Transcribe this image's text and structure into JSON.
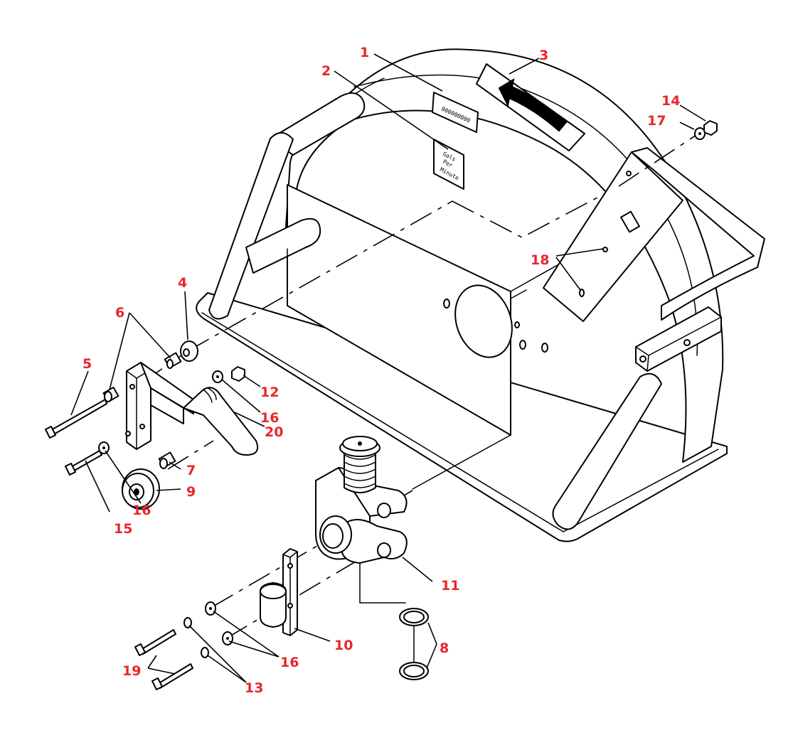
{
  "decals": {
    "serial_plate": "000000000",
    "flow_label_line1": "Gals",
    "flow_label_line2": "Per",
    "flow_label_line3": "Minute"
  },
  "callouts": {
    "c1": "1",
    "c2": "2",
    "c3": "3",
    "c4": "4",
    "c5": "5",
    "c6": "6",
    "c7": "7",
    "c8": "8",
    "c9": "9",
    "c10": "10",
    "c11": "11",
    "c12": "12",
    "c13": "13",
    "c14": "14",
    "c15": "15",
    "c16a": "16",
    "c16b": "16",
    "c16c": "16",
    "c17": "17",
    "c18": "18",
    "c19": "19",
    "c20": "20"
  },
  "colors": {
    "callout": "#e8262b",
    "line": "#000000",
    "background": "#ffffff"
  }
}
